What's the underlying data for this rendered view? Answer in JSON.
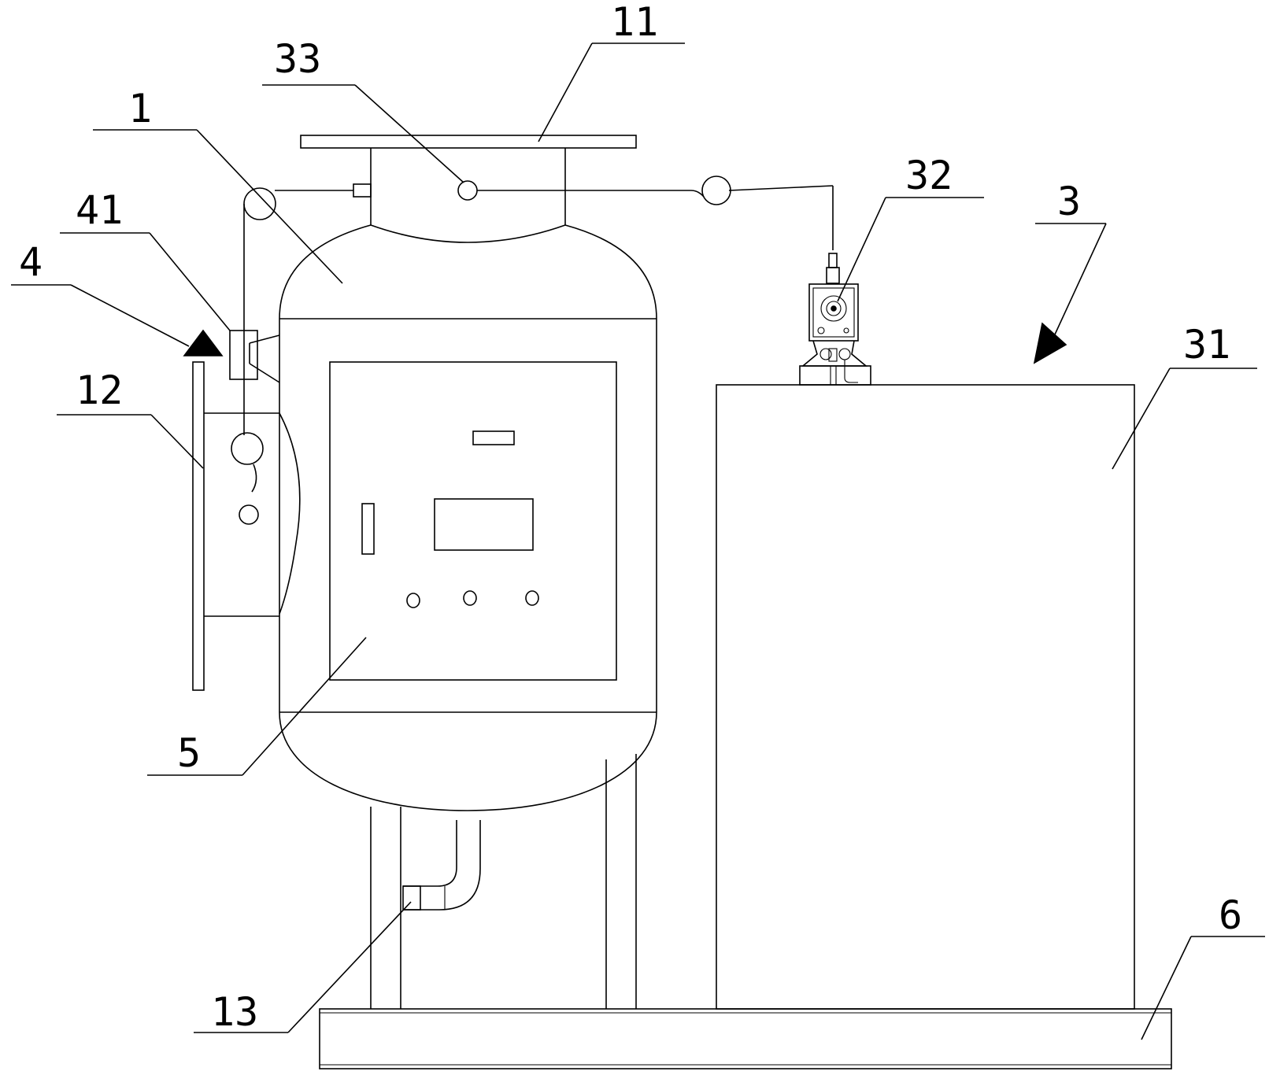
{
  "labels": {
    "l1": "1",
    "l3": "3",
    "l4": "4",
    "l5": "5",
    "l6": "6",
    "l11": "11",
    "l12": "12",
    "l13": "13",
    "l31": "31",
    "l32": "32",
    "l33": "33",
    "l41": "41"
  }
}
